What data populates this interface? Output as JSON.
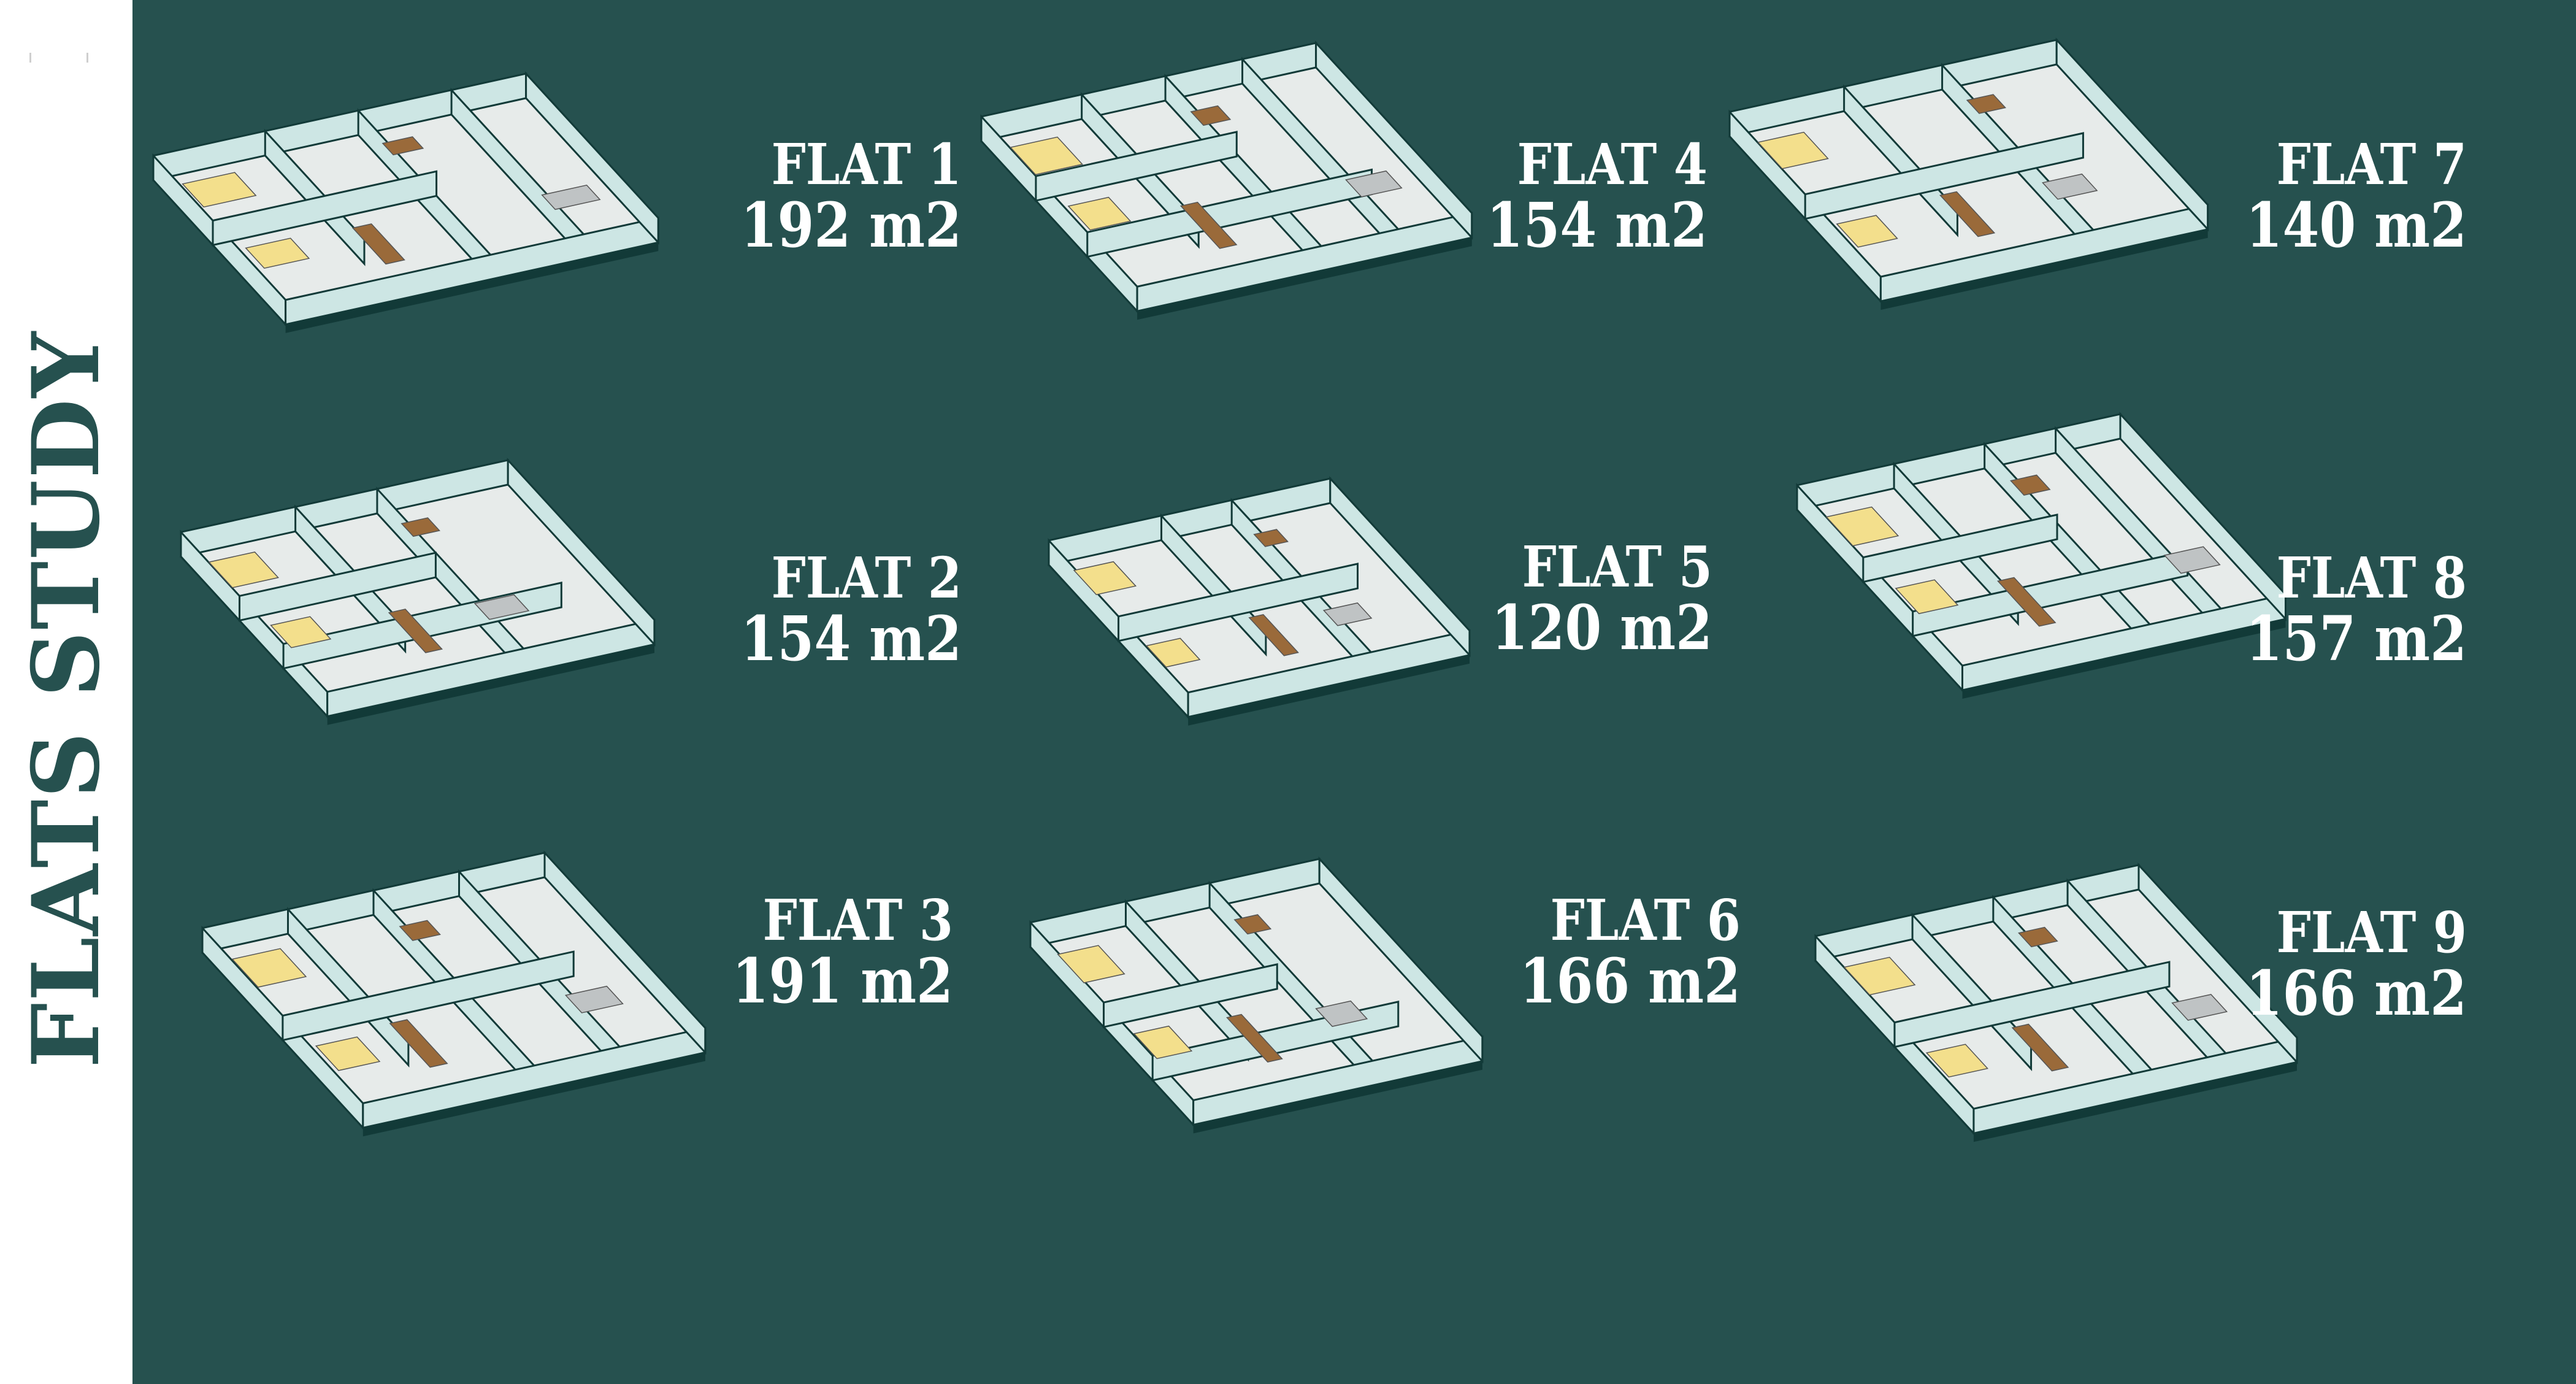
{
  "sidebar": {
    "title": "FLATS STUDY"
  },
  "colors": {
    "background": "#26514f",
    "sidebar": "#ffffff",
    "wall": "#cde6e4",
    "wall_edge": "#123a38",
    "floor": "#e7ebea",
    "wood": "#9a6a3a",
    "bed": "#f3df8c"
  },
  "flats": [
    {
      "name": "FLAT 1",
      "area": "192 m2"
    },
    {
      "name": "FLAT 2",
      "area": "154 m2"
    },
    {
      "name": "FLAT 3",
      "area": "191 m2"
    },
    {
      "name": "FLAT 4",
      "area": "154 m2"
    },
    {
      "name": "FLAT 5",
      "area": "120 m2"
    },
    {
      "name": "FLAT 6",
      "area": "166 m2"
    },
    {
      "name": "FLAT 7",
      "area": "140 m2"
    },
    {
      "name": "FLAT 8",
      "area": "157 m2"
    },
    {
      "name": "FLAT 9",
      "area": "166 m2"
    }
  ]
}
